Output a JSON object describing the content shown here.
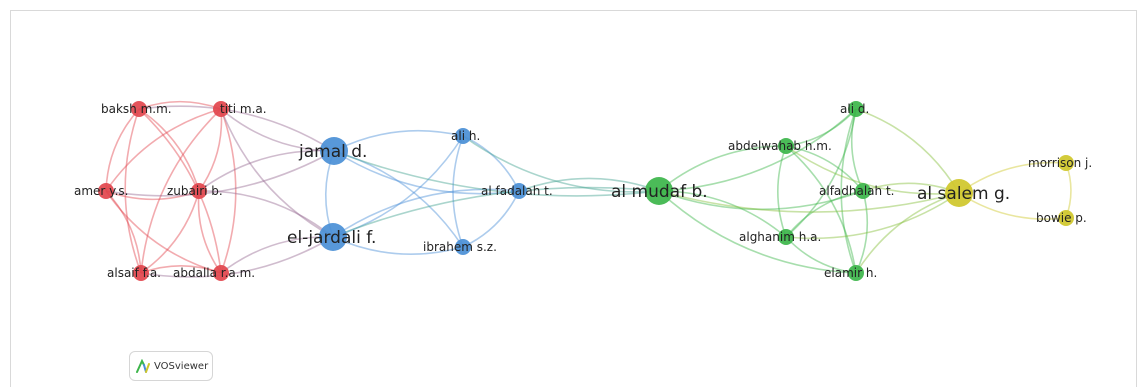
{
  "colors": {
    "cluster_red": "#e2454d",
    "cluster_blue": "#4a8fd6",
    "cluster_green": "#3cb54a",
    "cluster_yellow": "#cfc72a"
  },
  "nodes": [
    {
      "id": "baksh",
      "label": "baksh m.m.",
      "cluster": "cluster_red",
      "weight": 1
    },
    {
      "id": "titi",
      "label": "titi m.a.",
      "cluster": "cluster_red",
      "weight": 1
    },
    {
      "id": "amer",
      "label": "amer y.s.",
      "cluster": "cluster_red",
      "weight": 1
    },
    {
      "id": "zubairi",
      "label": "zubairi b.",
      "cluster": "cluster_red",
      "weight": 1
    },
    {
      "id": "alsaif",
      "label": "alsaif f.a.",
      "cluster": "cluster_red",
      "weight": 1
    },
    {
      "id": "abdalla",
      "label": "abdalla r.a.m.",
      "cluster": "cluster_red",
      "weight": 1
    },
    {
      "id": "jamal",
      "label": "jamal d.",
      "cluster": "cluster_blue",
      "weight": 3
    },
    {
      "id": "eljardali",
      "label": "el-jardali f.",
      "cluster": "cluster_blue",
      "weight": 3
    },
    {
      "id": "alih",
      "label": "ali h.",
      "cluster": "cluster_blue",
      "weight": 1
    },
    {
      "id": "alfadalah",
      "label": "al fadalah t.",
      "cluster": "cluster_blue",
      "weight": 1
    },
    {
      "id": "ibrahem",
      "label": "ibrahem s.z.",
      "cluster": "cluster_blue",
      "weight": 1
    },
    {
      "id": "almudaf",
      "label": "al mudaf b.",
      "cluster": "cluster_green",
      "weight": 3
    },
    {
      "id": "alid",
      "label": "ali d.",
      "cluster": "cluster_green",
      "weight": 1
    },
    {
      "id": "abdelwahab",
      "label": "abdelwahab h.m.",
      "cluster": "cluster_green",
      "weight": 1
    },
    {
      "id": "alfadhalah",
      "label": "alfadhalah t.",
      "cluster": "cluster_green",
      "weight": 1
    },
    {
      "id": "alghanim",
      "label": "alghanim h.a.",
      "cluster": "cluster_green",
      "weight": 1
    },
    {
      "id": "elamir",
      "label": "elamir h.",
      "cluster": "cluster_green",
      "weight": 1
    },
    {
      "id": "alsalem",
      "label": "al salem g.",
      "cluster": "cluster_yellow",
      "weight": 3
    },
    {
      "id": "morrison",
      "label": "morrison j.",
      "cluster": "cluster_yellow",
      "weight": 1
    },
    {
      "id": "bowie",
      "label": "bowie p.",
      "cluster": "cluster_yellow",
      "weight": 1
    }
  ],
  "links": [
    [
      "baksh",
      "titi"
    ],
    [
      "baksh",
      "amer"
    ],
    [
      "baksh",
      "zubairi"
    ],
    [
      "baksh",
      "alsaif"
    ],
    [
      "baksh",
      "abdalla"
    ],
    [
      "titi",
      "amer"
    ],
    [
      "titi",
      "zubairi"
    ],
    [
      "titi",
      "alsaif"
    ],
    [
      "titi",
      "abdalla"
    ],
    [
      "amer",
      "zubairi"
    ],
    [
      "amer",
      "alsaif"
    ],
    [
      "amer",
      "abdalla"
    ],
    [
      "zubairi",
      "alsaif"
    ],
    [
      "zubairi",
      "abdalla"
    ],
    [
      "alsaif",
      "abdalla"
    ],
    [
      "jamal",
      "baksh"
    ],
    [
      "jamal",
      "titi"
    ],
    [
      "jamal",
      "zubairi"
    ],
    [
      "jamal",
      "amer"
    ],
    [
      "eljardali",
      "abdalla"
    ],
    [
      "eljardali",
      "alsaif"
    ],
    [
      "eljardali",
      "zubairi"
    ],
    [
      "eljardali",
      "titi"
    ],
    [
      "jamal",
      "eljardali"
    ],
    [
      "jamal",
      "alih"
    ],
    [
      "jamal",
      "alfadalah"
    ],
    [
      "jamal",
      "ibrahem"
    ],
    [
      "eljardali",
      "alih"
    ],
    [
      "eljardali",
      "alfadalah"
    ],
    [
      "eljardali",
      "ibrahem"
    ],
    [
      "alih",
      "alfadalah"
    ],
    [
      "alih",
      "ibrahem"
    ],
    [
      "alfadalah",
      "ibrahem"
    ],
    [
      "jamal",
      "almudaf"
    ],
    [
      "eljardali",
      "almudaf"
    ],
    [
      "alih",
      "almudaf"
    ],
    [
      "alfadalah",
      "almudaf"
    ],
    [
      "almudaf",
      "alid"
    ],
    [
      "almudaf",
      "abdelwahab"
    ],
    [
      "almudaf",
      "alfadhalah"
    ],
    [
      "almudaf",
      "alghanim"
    ],
    [
      "almudaf",
      "elamir"
    ],
    [
      "alid",
      "abdelwahab"
    ],
    [
      "alid",
      "alfadhalah"
    ],
    [
      "alid",
      "alghanim"
    ],
    [
      "alid",
      "elamir"
    ],
    [
      "abdelwahab",
      "alfadhalah"
    ],
    [
      "abdelwahab",
      "alghanim"
    ],
    [
      "abdelwahab",
      "elamir"
    ],
    [
      "alfadhalah",
      "alghanim"
    ],
    [
      "alfadhalah",
      "elamir"
    ],
    [
      "alghanim",
      "elamir"
    ],
    [
      "alsalem",
      "almudaf"
    ],
    [
      "alsalem",
      "alid"
    ],
    [
      "alsalem",
      "abdelwahab"
    ],
    [
      "alsalem",
      "alfadhalah"
    ],
    [
      "alsalem",
      "alghanim"
    ],
    [
      "alsalem",
      "elamir"
    ],
    [
      "alsalem",
      "morrison"
    ],
    [
      "alsalem",
      "bowie"
    ],
    [
      "morrison",
      "bowie"
    ]
  ],
  "logo": {
    "text": "VOSviewer"
  }
}
